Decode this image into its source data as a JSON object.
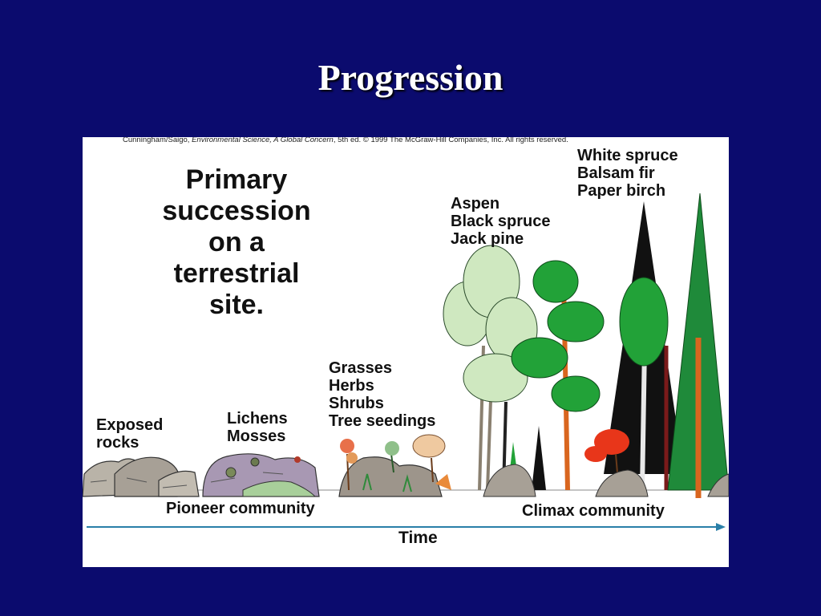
{
  "slide": {
    "title": "Progression"
  },
  "figure": {
    "caption_pre": "Cunningham/Saigo, ",
    "caption_italic": "Environmental Science, A Global Concern",
    "caption_post": ", 5th ed. © 1999 The McGraw-Hill Companies, Inc. All rights reserved.",
    "heading_lines": [
      "Primary",
      "succession",
      "on a",
      "terrestrial",
      "site."
    ],
    "stages": [
      {
        "lines": [
          "Exposed",
          "rocks"
        ]
      },
      {
        "lines": [
          "Lichens",
          "Mosses"
        ]
      },
      {
        "lines": [
          "Grasses",
          "Herbs",
          "Shrubs",
          "Tree seedings"
        ]
      },
      {
        "lines": [
          "Aspen",
          "Black spruce",
          "Jack pine"
        ]
      },
      {
        "lines": [
          "White spruce",
          "Balsam fir",
          "Paper birch"
        ]
      }
    ],
    "pioneer_label": "Pioneer community",
    "climax_label": "Climax community",
    "time_label": "Time",
    "colors": {
      "background": "#0b0b6e",
      "arrow": "#2a7fa8",
      "tree_dark": "#111111",
      "tree_green": "#22a238",
      "tree_light": "#cfe8c0",
      "trunk": "#d9661f",
      "rock": "#a9a39a",
      "rock_purple": "#9b8aa8"
    }
  }
}
